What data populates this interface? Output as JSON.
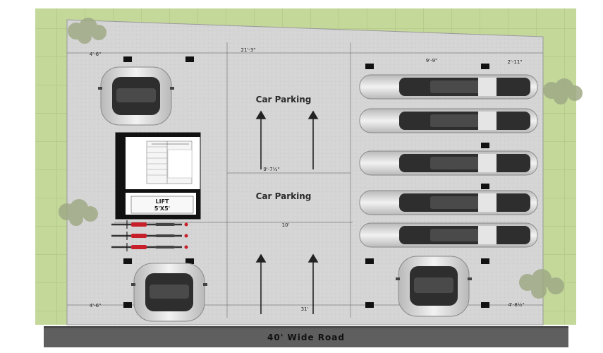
{
  "labels": {
    "car_parking_top": "Car Parking",
    "car_parking_bottom": "Car Parking",
    "lift_title": "LIFT",
    "lift_size": "5'X5'",
    "road": "40' Wide Road"
  },
  "dimensions": {
    "top_left_setback": "4'-6\"",
    "top_width": "21'-3\"",
    "top_right_a": "9'-9\"",
    "top_right_b": "2'-11\"",
    "middle_drive": "9'-7½\"",
    "drive_width": "10'",
    "bottom_left_setback": "4'-6\"",
    "bottom_center": "31'",
    "bottom_right_setback": "4'-8½\""
  },
  "colors": {
    "grass": "#c4d89a",
    "paving": "#d6d6d6",
    "road": "#5f5f5f",
    "column": "#111111",
    "bike_accent": "#c8202a"
  }
}
